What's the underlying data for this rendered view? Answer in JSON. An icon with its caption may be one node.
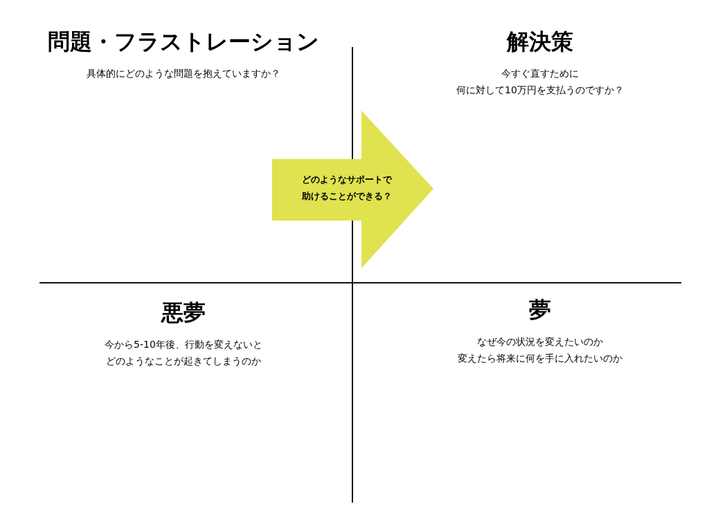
{
  "diagram": {
    "nodes": [
      {
        "text": [
          "問題・フラストレーション",
          "具体的にどのような問題を抱えていますか？"
        ]
      },
      {
        "text": [
          "解決策",
          "今すぐ直すために何に対して10万円を支払うのですか？"
        ]
      },
      {
        "text": [
          "どのようなサポートで助けることができる？"
        ]
      },
      {
        "text": [
          "悪夢",
          "今から5-10年後、行動を変えないとどのようなことが起きてしまうのか"
        ]
      },
      {
        "text": [
          "夢",
          "なぜ今の状況を変えたいのか変えたら将来に何を手に入れたいのか"
        ]
      }
    ]
  }
}
